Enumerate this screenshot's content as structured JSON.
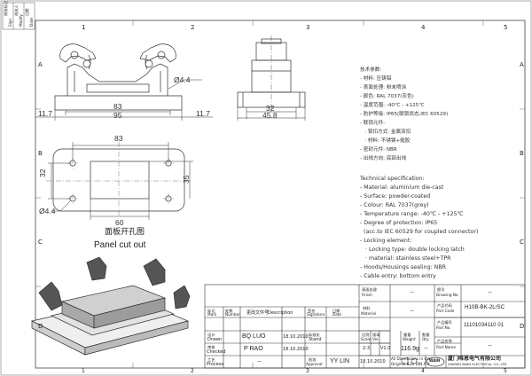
{
  "zones": {
    "top": [
      "1",
      "2",
      "3",
      "4",
      "5"
    ],
    "bottom": [
      "1",
      "2",
      "3",
      "4",
      "5"
    ],
    "left": [
      "A",
      "B",
      "C",
      "D"
    ],
    "right": [
      "A",
      "B",
      "C",
      "D"
    ]
  },
  "revision_table": {
    "headers": [
      "修改标记",
      "修改人",
      "日期"
    ],
    "headers_en": [
      "Sign",
      "Modify",
      "Date"
    ]
  },
  "dimensions": {
    "front_dia": "Ø4.4",
    "front_83": "83",
    "front_95": "95",
    "front_117_left": "11.7",
    "front_117_right": "11.7",
    "side_32": "32",
    "side_458": "45.8",
    "cut_83": "83",
    "cut_32": "32",
    "cut_35": "35",
    "cut_60": "60",
    "cut_dia": "Ø4.4"
  },
  "panel_cutout": {
    "title_cn": "面板开孔图",
    "title_en": "Panel cut out"
  },
  "spec_cn": {
    "heading": "技术参数:",
    "lines": [
      "- 材料: 压铸铝",
      "- 表面处理: 粉末喷涂",
      "- 颜色: RAL 7037(灰色)",
      "- 温度范围: -40℃ - +125℃",
      "- 防护等级: IP65(联锁状态,IEC 60529)",
      "- 联锁元件:",
      "   · 锁扣方式: 金属双扣",
      "   · 材料: 不锈钢+舭胶",
      "- 密封元件: NBR",
      "- 出线方向: 底部出线"
    ]
  },
  "spec_en": {
    "heading": "Technical specification:",
    "lines": [
      "- Material: aluminium die-cast",
      "- Surface: powder-coated",
      "- Colour: RAL 7037(grey)",
      "- Temperature range: -40℃ - +125℃",
      "- Degree of protection: IP65",
      "  (acc.to IEC 60529 for coupled connector)",
      "- Locking element:",
      "   · Locking type: double locking latch",
      "   · material: stainless steel+TPR",
      "- Hoods/Housings sealing: NBR",
      "- Cable entry: bottom entry"
    ]
  },
  "title_block": {
    "row_headers": {
      "mark_cn": "标记",
      "mark_en": "Mark",
      "qty_cn": "处数",
      "qty_en": "Number",
      "change_cn": "更改文件号",
      "change_en": "Description",
      "signature_cn": "签名",
      "signature_en": "Signature",
      "date_cn": "日期",
      "date_en": "Date"
    },
    "drawn_cn": "设计",
    "drawn_en": "Drawn",
    "drawn_name": "BQ LUO",
    "drawn_date": "18.10.2010",
    "checked_cn": "审核",
    "checked_en": "Checked",
    "checked_name": "P RAO",
    "checked_date": "18.10.2010",
    "process_cn": "工艺",
    "process_en": "Process",
    "process_name": "—",
    "standard_cn": "标准化",
    "standard_en": "Stand",
    "approval_cn": "批准",
    "approval_en": "Approval",
    "approval_name": "YY LIN",
    "approval_date": "18.10.2010",
    "surface_cn": "表面处理",
    "surface_en": "Finish",
    "surface_val": "—",
    "material_cn": "材料",
    "material_en": "Material",
    "material_val": "—",
    "scale_cn": "比例",
    "scale_en": "Scale",
    "scale_val": "2:3",
    "version_cn": "版本",
    "version_en": "Ver.",
    "version_val": "V1.0",
    "weight_cn": "重量",
    "weight_en": "Weight",
    "weight_val": "116.9g",
    "quantity_cn": "数量",
    "quantity_en": "Qty.",
    "quantity_val": "—",
    "drawing_no_cn": "图号",
    "drawing_no_en": "Drawing No.",
    "drawing_no_val": "—",
    "part_code_cn": "产品代码",
    "part_code_en": "Part Code",
    "part_code_val": "H10B-BK-2L/SC",
    "part_no_cn": "产品编号",
    "part_no_en": "Part No.",
    "part_no_val": "11101034110 01",
    "part_name_cn": "产品名称",
    "part_name_en": "Part Name",
    "part_name_val": "—",
    "units_note": "All Dimensions in mm",
    "tolerance_note": "Original Size DIN A 4",
    "company_cn": "厦门唯恩电气有限公司",
    "company_en": "XIAMEN WAIN ELECTRICAL CO.,LTD",
    "logo_text": "WAIN"
  }
}
